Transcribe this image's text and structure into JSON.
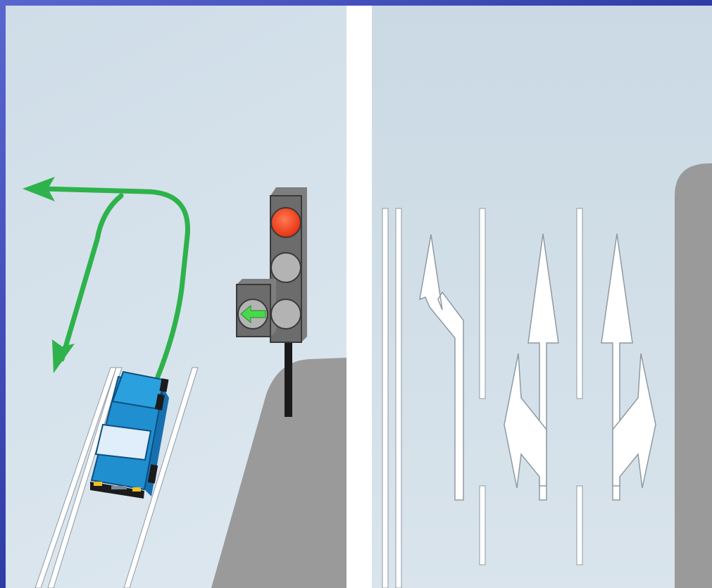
{
  "slide": {
    "frame_color": "#3a48b8"
  },
  "left_panel": {
    "background": "#d3e0ea",
    "maneuvers": [
      "turn-left",
      "u-turn"
    ],
    "maneuver_color": "#2eb24b",
    "car_color": "#1f8fd0",
    "traffic_light": {
      "main_section": [
        "red",
        "off",
        "off"
      ],
      "active_signal": "red",
      "extra_section_arrow": "left",
      "extra_section_state": "on",
      "arrow_color": "#47d94a",
      "red_color": "#ff3a1e"
    }
  },
  "right_panel": {
    "background": "#d0dee8",
    "lane_arrows": [
      "left",
      "straight-or-left",
      "straight-or-right"
    ]
  }
}
